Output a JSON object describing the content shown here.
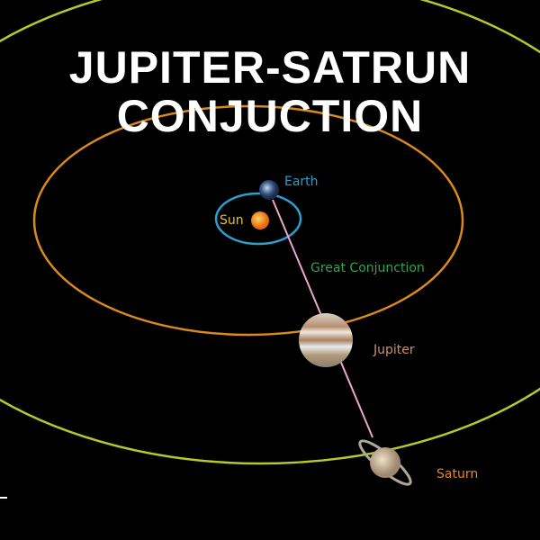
{
  "title": {
    "line1": "JUPITER-SATRUN",
    "line2": "CONJUCTION"
  },
  "labels": {
    "earth": "Earth",
    "sun": "Sun",
    "conjunction": "Great Conjunction",
    "jupiter": "Jupiter",
    "saturn": "Saturn"
  },
  "colors": {
    "earth_orbit": "#2a9fd0",
    "jupiter_orbit": "#d98a1c",
    "saturn_orbit": "#b8c82a",
    "conjunction_line": "#e8a8c8",
    "earth_label": "#2a9fd0",
    "sun_label": "#e8c21a",
    "conjunction_label": "#2aa84a",
    "jupiter_label": "#c8926a",
    "saturn_label": "#e0862a"
  }
}
